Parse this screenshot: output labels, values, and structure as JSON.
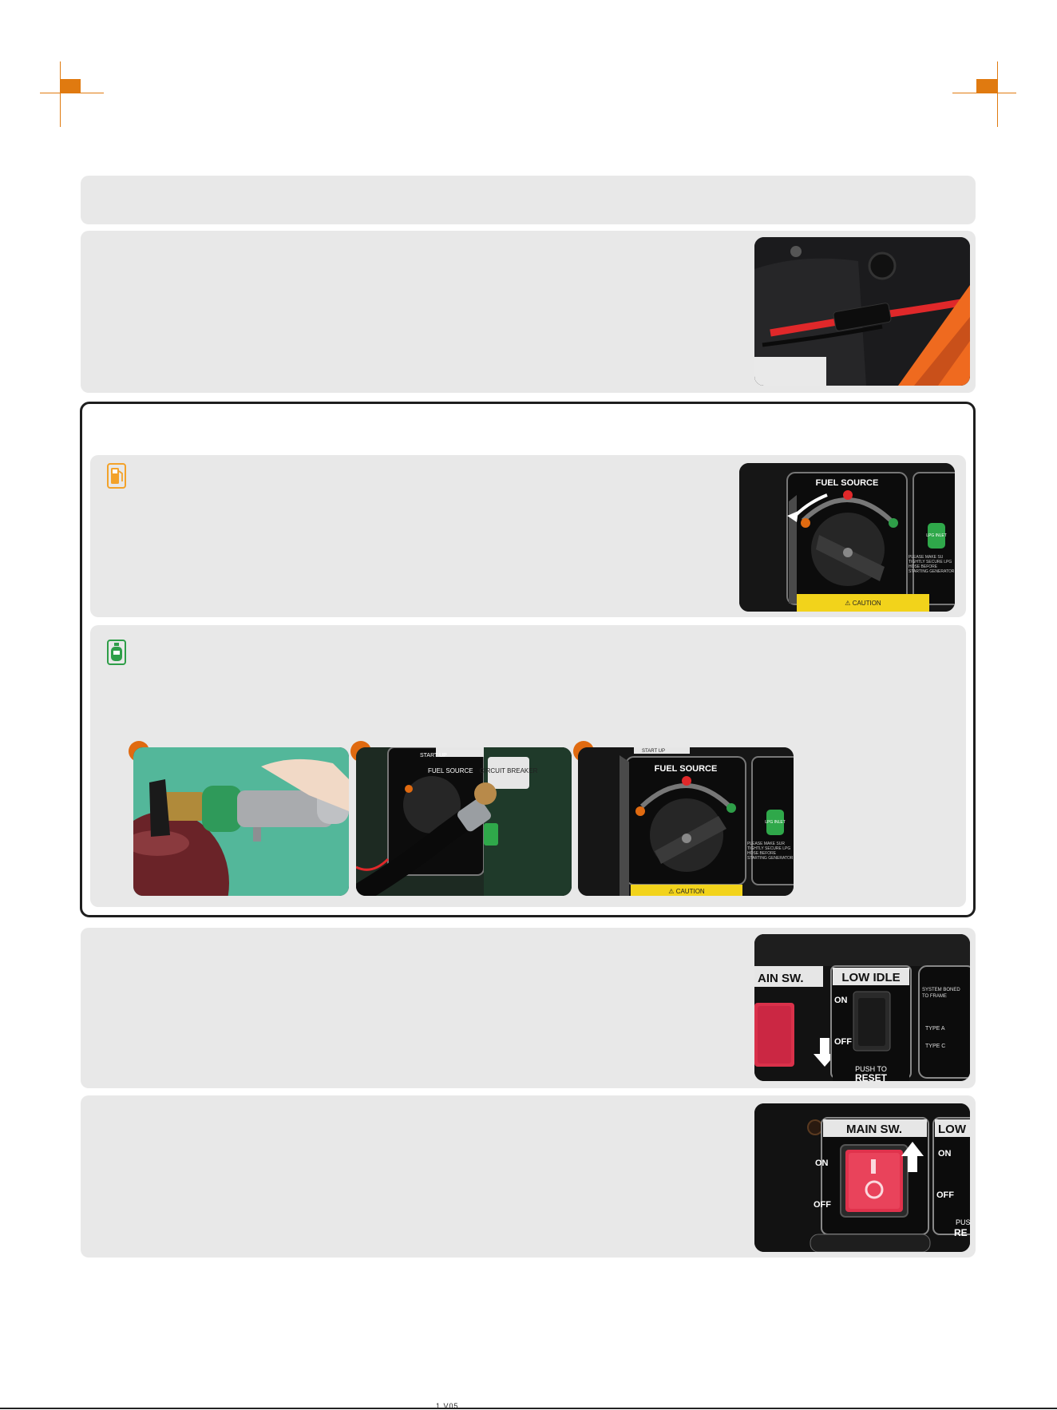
{
  "footer": {
    "code": "1 V05"
  },
  "photos": {
    "battery_cable": {
      "icon": "battery-cable-connector"
    },
    "fuel_dial_gasoline": {
      "label": "FUEL SOURCE",
      "side_badge": "LPG INLET",
      "note": "PLEASE MAKE SU TIGHTLY SECURE LPG HOSE BEFORE STARTING GENERATOR",
      "caution": "⚠ CAUTION"
    },
    "lpg_regulator": {
      "icon": "lpg-regulator"
    },
    "lpg_hose_panel": {
      "top_label": "START UP",
      "dial_label": "FUEL SOURCE",
      "breaker": "CIRCUIT BREAKER"
    },
    "fuel_dial_lpg": {
      "top_label": "START UP",
      "label": "FUEL SOURCE",
      "side_badge": "LPG INLET",
      "note": "PLEASE MAKE SUR TIGHTLY SECURE LPG HOSE BEFORE STARTING GENERATOR",
      "caution": "⚠ CAUTION"
    },
    "low_idle_switch": {
      "left_label": "AIN SW.",
      "label": "LOW IDLE",
      "on": "ON",
      "off": "OFF",
      "reset_1": "PUSH TO",
      "reset_2": "RESET",
      "side_1": "SYSTEM BONED TO FRAME",
      "type_a": "TYPE A",
      "type_c": "TYPE C"
    },
    "main_switch": {
      "label": "MAIN SW.",
      "on": "ON",
      "off": "OFF",
      "right_label": "LOW",
      "right_on": "ON",
      "right_off": "OFF",
      "reset_1": "PUS",
      "reset_2": "RE"
    }
  },
  "steps": {
    "step_dots": [
      "",
      "",
      ""
    ]
  },
  "colors": {
    "accent": "#e07a10",
    "panel": "#e8e8e8",
    "gas": "#f3a22a",
    "lpg": "#2e9e48"
  }
}
